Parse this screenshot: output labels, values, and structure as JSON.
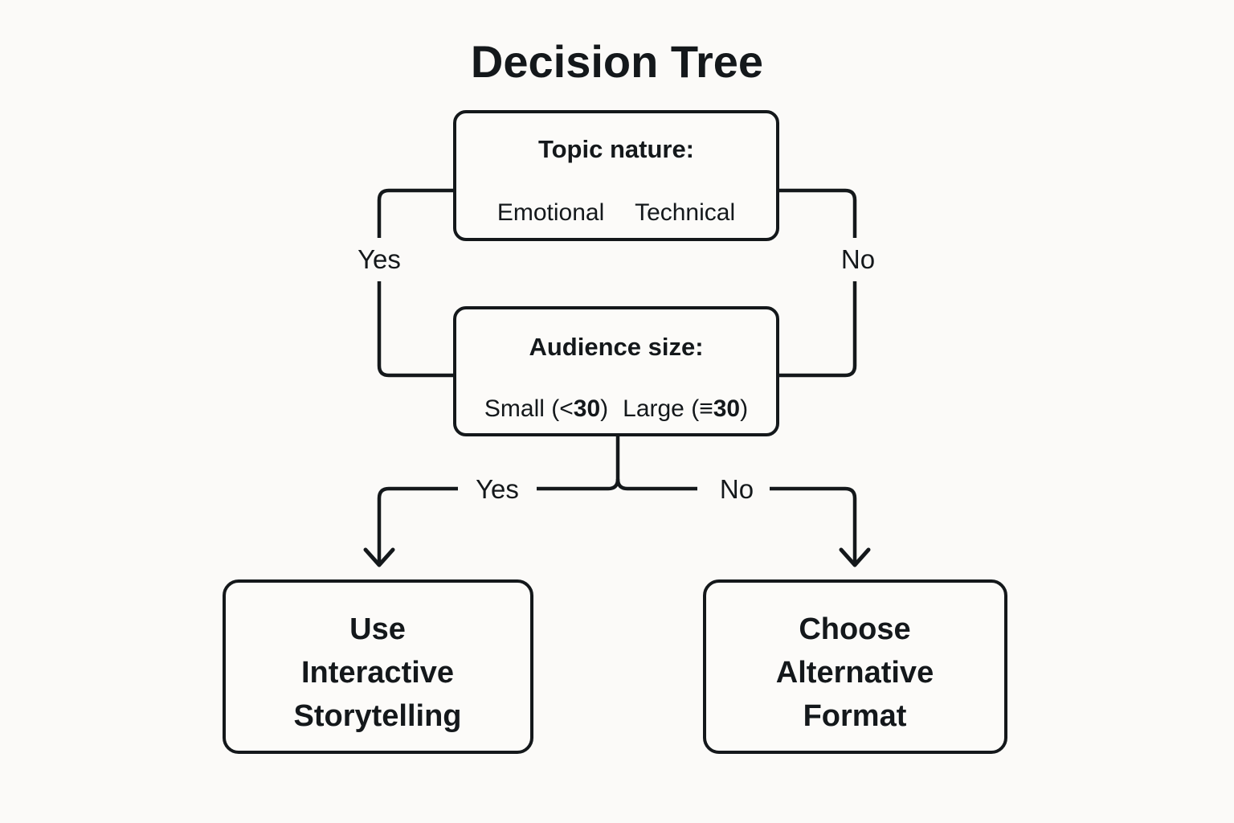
{
  "diagram": {
    "title": "Decision Tree",
    "background_color": "#FBFAF8",
    "node_fill_color": "#FCFBF9",
    "stroke_color": "#14181B",
    "nodes": [
      {
        "id": "topic-nature",
        "kind": "decision",
        "title": "Topic nature:",
        "option_left": "Emotional",
        "option_right": "Technical"
      },
      {
        "id": "audience-size",
        "kind": "decision",
        "title": "Audience size:",
        "option_left_prefix": "Small (<",
        "option_left_value": "30",
        "option_left_suffix": ")",
        "option_right_prefix": "Large (≡",
        "option_right_value": "30",
        "option_right_suffix": ")"
      },
      {
        "id": "use-interactive-storytelling",
        "kind": "outcome",
        "line1": "Use",
        "line2": "Interactive",
        "line3": "Storytelling"
      },
      {
        "id": "choose-alternative-format",
        "kind": "outcome",
        "line1": "Choose",
        "line2": "Alternative",
        "line3": "Format"
      }
    ],
    "edges": [
      {
        "id": "topic-left",
        "label": "Yes"
      },
      {
        "id": "topic-right",
        "label": "No"
      },
      {
        "id": "audience-left",
        "label": "Yes"
      },
      {
        "id": "audience-right",
        "label": "No"
      }
    ]
  }
}
